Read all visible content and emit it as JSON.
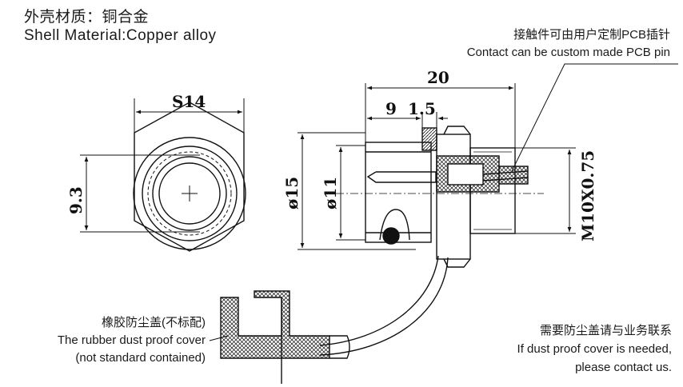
{
  "header": {
    "material_cn": "外壳材质：铜合金",
    "material_en": "Shell  Material:Copper alloy"
  },
  "contact_note": {
    "cn": "接触件可由用户定制PCB插针",
    "en": "Contact can be custom made PCB pin"
  },
  "cover_note": {
    "cn": "橡胶防尘盖(不标配)",
    "en1": "The rubber dust proof cover",
    "en2": "(not standard contained)"
  },
  "contact_us": {
    "cn": "需要防尘盖请与业务联系",
    "en1": "If dust proof cover is needed,",
    "en2": "please contact us."
  },
  "dimensions": {
    "s14": "S14",
    "d9_3": "9.3",
    "len20": "20",
    "len9": "9",
    "len1_5": "1.5",
    "dia15": "ø15",
    "dia11": "ø11",
    "thread": "M10X0.75"
  },
  "colors": {
    "line": "#111111",
    "background": "#ffffff"
  }
}
